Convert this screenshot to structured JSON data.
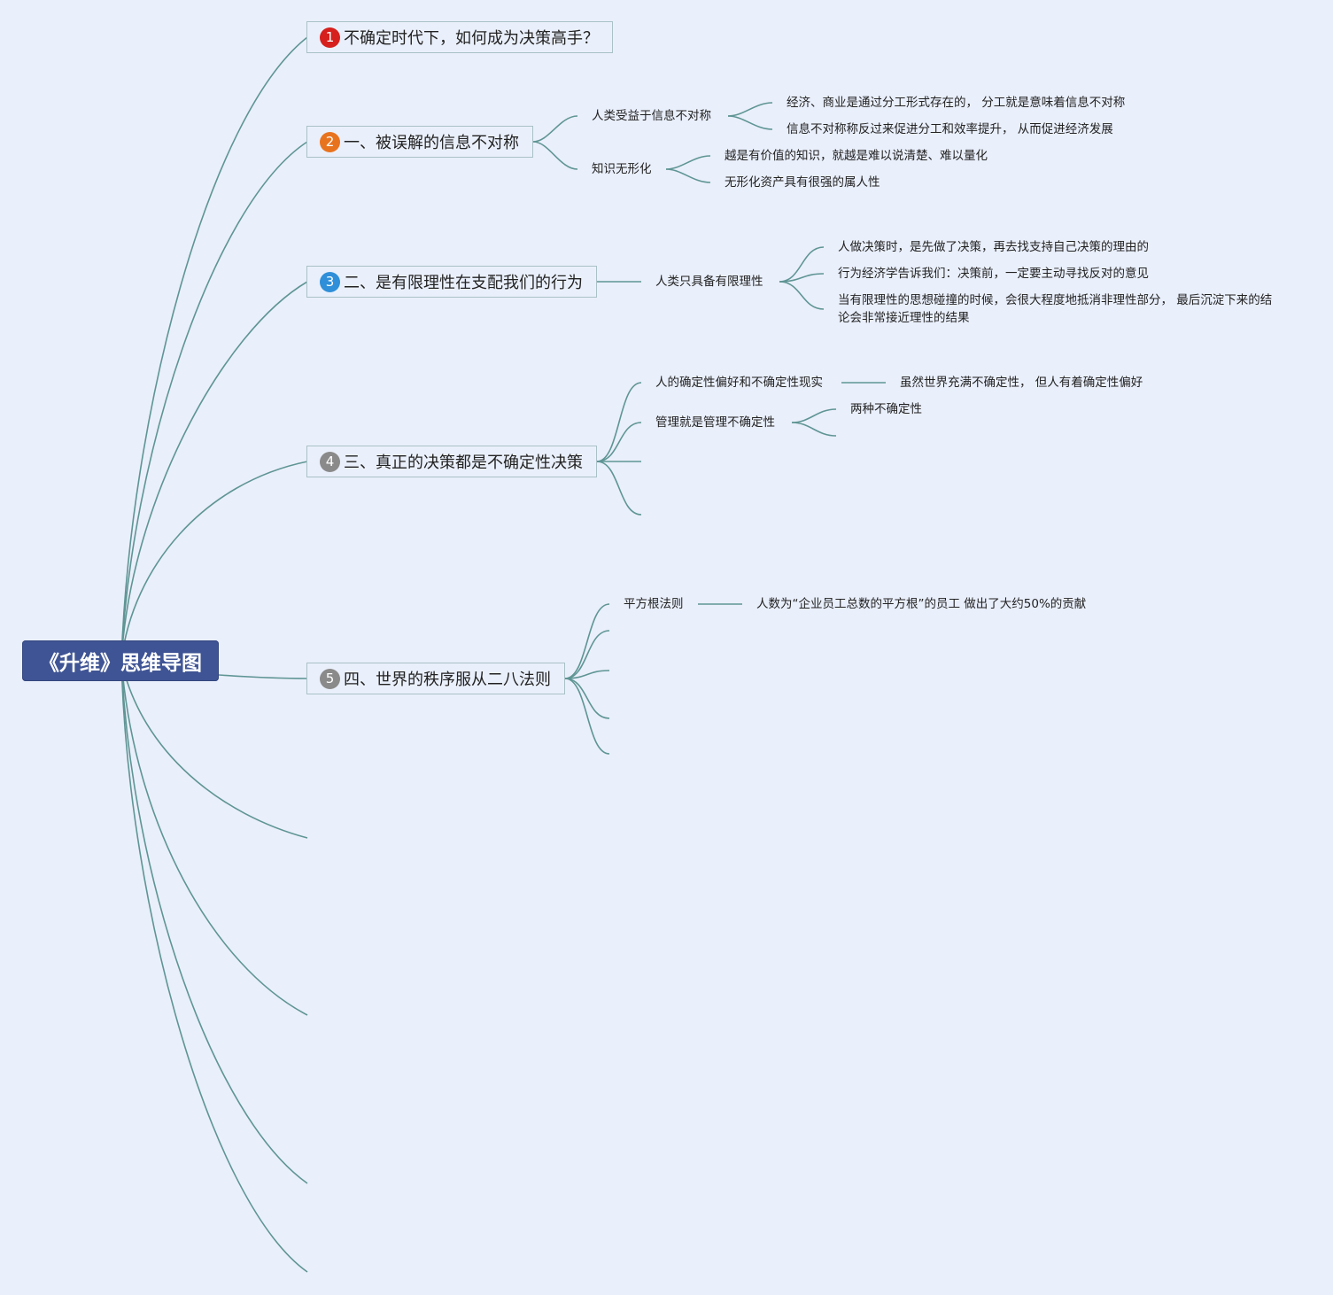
{
  "root": {
    "label": "《升维》思维导图"
  },
  "colors": {
    "background": "#e9effb",
    "root_fill": "#3f5494",
    "connector": "#5f9594",
    "topic_border": "#a9c1c7",
    "badge_1": "#d6201d",
    "badge_2": "#e8731f",
    "badge_3": "#2f8fd8",
    "badge_4": "#8a8a8a",
    "badge_5": "#8a8a8a"
  },
  "topics": [
    {
      "number": "1",
      "label": "不确定时代下，如何成为决策高手？"
    },
    {
      "number": "2",
      "label": "一、被误解的信息不对称"
    },
    {
      "number": "3",
      "label": "二、是有限理性在支配我们的行为"
    },
    {
      "number": "4",
      "label": "三、真正的决策都是不确定性决策"
    },
    {
      "number": "5",
      "label": "四、世界的秩序服从二八法则"
    }
  ],
  "subtopics": {
    "t2": {
      "a": {
        "label": "人类受益于信息不对称",
        "items": [
          "经济、商业是通过分工形式存在的，  分工就是意味着信息不对称",
          "信息不对称称反过来促进分工和效率提升，  从而促进经济发展"
        ]
      },
      "b": {
        "label": "知识无形化",
        "items": [
          "越是有价值的知识，就越是难以说清楚、难以量化",
          "无形化资产具有很强的属人性"
        ]
      }
    },
    "t3": {
      "a": {
        "label": "人类只具备有限理性",
        "items": [
          "人做决策时，是先做了决策，再去找支持自己决策的理由的",
          "行为经济学告诉我们：决策前，一定要主动寻找反对的意见",
          "当有限理性的思想碰撞的时候，会很大程度地抵消非理性部分，  最后沉淀下来的结论会非常接近理性的结果"
        ]
      }
    },
    "t4": {
      "a": {
        "label": "人的确定性偏好和不确定性现实",
        "items": [
          "虽然世界充满不确定性，  但人有着确定性偏好"
        ]
      },
      "b": {
        "label": "管理就是管理不确定性",
        "items": [
          "两种不确定性"
        ]
      }
    },
    "t5": {
      "a": {
        "label": "平方根法则",
        "items": [
          "人数为“企业员工总数的平方根”的员工 做出了大约50%的贡献"
        ]
      }
    }
  }
}
